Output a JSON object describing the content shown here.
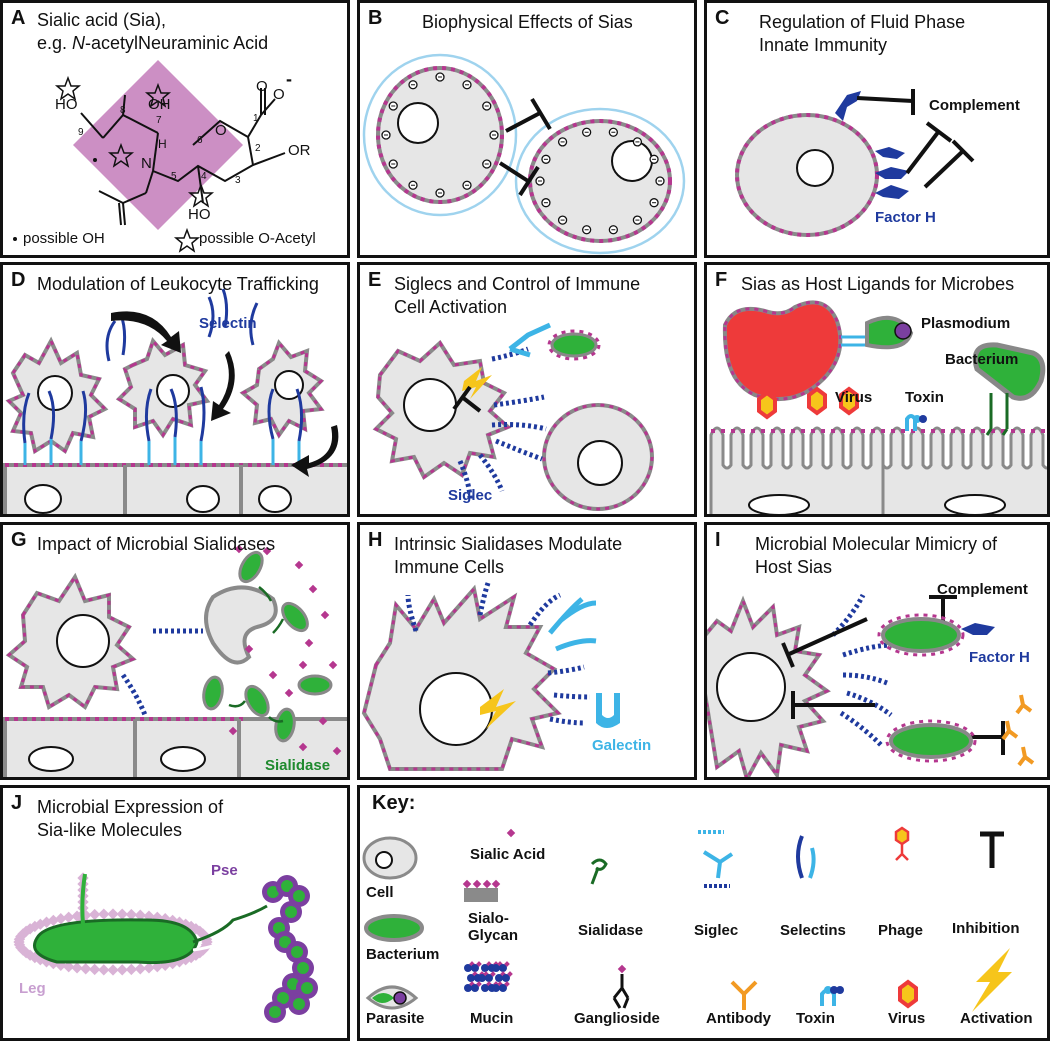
{
  "panels": {
    "A": {
      "letter": "A",
      "title_line1": "Sialic acid (Sia),",
      "title_line2_pre": "e.g. ",
      "title_line2_ital": "N",
      "title_line2_post": "-acetylNeuraminic Acid",
      "note_oh": "possible OH",
      "note_acetyl": "possible O-Acetyl",
      "atoms": {
        "ho_left": "HO",
        "oh_top": "OH",
        "ho_bottom": "HO",
        "or": "OR",
        "o_ring": "O",
        "o_carboxyl": "O",
        "o_minus": "O",
        "minus": "-",
        "n": "N",
        "h": "H",
        "n1": "1",
        "n2": "2",
        "n3": "3",
        "n4": "4",
        "n5": "5",
        "n6": "6",
        "n7": "7",
        "n8": "8",
        "n9": "9"
      }
    },
    "B": {
      "letter": "B",
      "title": "Biophysical Effects of Sias"
    },
    "C": {
      "letter": "C",
      "title_line1": "Regulation of Fluid Phase",
      "title_line2": "Innate Immunity",
      "complement": "Complement",
      "factor_h": "Factor H"
    },
    "D": {
      "letter": "D",
      "title": "Modulation of Leukocyte Trafficking",
      "selectin": "Selectin"
    },
    "E": {
      "letter": "E",
      "title_line1": "Siglecs and Control of Immune",
      "title_line2": "Cell Activation",
      "siglec": "Siglec"
    },
    "F": {
      "letter": "F",
      "title": "Sias as Host Ligands for Microbes",
      "plasmodium": "Plasmodium",
      "bacterium": "Bacterium",
      "virus": "Virus",
      "toxin": "Toxin"
    },
    "G": {
      "letter": "G",
      "title": "Impact of Microbial Sialidases",
      "sialidase": "Sialidase"
    },
    "H": {
      "letter": "H",
      "title_line1": "Intrinsic Sialidases Modulate",
      "title_line2": "Immune Cells",
      "galectin": "Galectin"
    },
    "I": {
      "letter": "I",
      "title_line1": "Microbial Molecular Mimicry of",
      "title_line2": "Host Sias",
      "complement": "Complement",
      "factor_h": "Factor H"
    },
    "J": {
      "letter": "J",
      "title_line1": "Microbial Expression of",
      "title_line2": "Sia-like Molecules",
      "pse": "Pse",
      "leg": "Leg"
    }
  },
  "key": {
    "title": "Key:",
    "items": {
      "cell": "Cell",
      "sialic_acid": "Sialic Acid",
      "bacterium": "Bacterium",
      "sialoglycan_1": "Sialo-",
      "sialoglycan_2": "Glycan",
      "sialidase": "Sialidase",
      "siglec": "Siglec",
      "selectins": "Selectins",
      "phage": "Phage",
      "inhibition": "Inhibition",
      "parasite": "Parasite",
      "mucin": "Mucin",
      "ganglioside": "Ganglioside",
      "antibody": "Antibody",
      "toxin": "Toxin",
      "virus": "Virus",
      "activation": "Activation"
    }
  },
  "colors": {
    "sialic": "#b5378f",
    "cell_fill": "#e6e6e6",
    "cell_edge": "#8a8a8a",
    "navy": "#1f3a9e",
    "sky": "#3db4e6",
    "green": "#2fb13a",
    "dkgreen": "#1a6b25",
    "red": "#ee3a3a",
    "yellow": "#f6c51b",
    "orange": "#f29a23",
    "ring_pink": "#cc8fc4",
    "halo": "#9fd3ee"
  }
}
